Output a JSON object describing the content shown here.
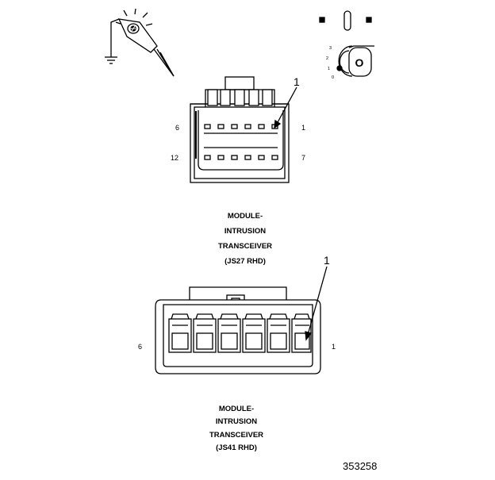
{
  "connector_top": {
    "callout": "1",
    "pin_left_top": "6",
    "pin_right_top": "1",
    "pin_left_bottom": "12",
    "pin_right_bottom": "7",
    "title": [
      "MODULE-",
      "INTRUSION",
      "TRANSCEIVER",
      "(JS27 RHD)"
    ]
  },
  "connector_bottom": {
    "callout": "1",
    "pin_left": "6",
    "pin_right": "1",
    "title": [
      "MODULE-",
      "INTRUSION",
      "TRANSCEIVER",
      "(JS41 RHD)"
    ]
  },
  "ignition_switch": {
    "positions": [
      "3",
      "2",
      "1",
      "0"
    ],
    "key_label": "O"
  },
  "figure_number": "353258",
  "icons": [
    "test-light-probe-icon",
    "ground-symbol-icon",
    "ignition-switch-icon",
    "ignition-key-icon"
  ]
}
